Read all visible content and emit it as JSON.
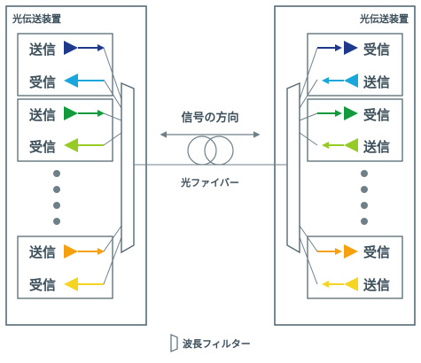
{
  "colors": {
    "ch1": "#1f3a8c",
    "ch2": "#17a7dc",
    "ch3": "#139a3c",
    "ch4": "#96cb25",
    "ch5": "#f5a00c",
    "ch6": "#f5d51f",
    "line": "#566a74",
    "dots": "#6e7f88"
  },
  "left_device": {
    "title": "光伝送装置",
    "ports": [
      "送信",
      "受信",
      "送信",
      "受信",
      "送信",
      "受信"
    ]
  },
  "right_device": {
    "title": "光伝送装置",
    "ports": [
      "受信",
      "送信",
      "受信",
      "送信",
      "受信",
      "送信"
    ]
  },
  "signal_direction": "信号の方向",
  "fiber_label": "光ファイバー",
  "legend_label": "波長フィルター",
  "icons": [
    "triangle-arrow-icon",
    "double-arrow-icon",
    "fiber-coil-icon",
    "wavelength-filter-icon"
  ]
}
